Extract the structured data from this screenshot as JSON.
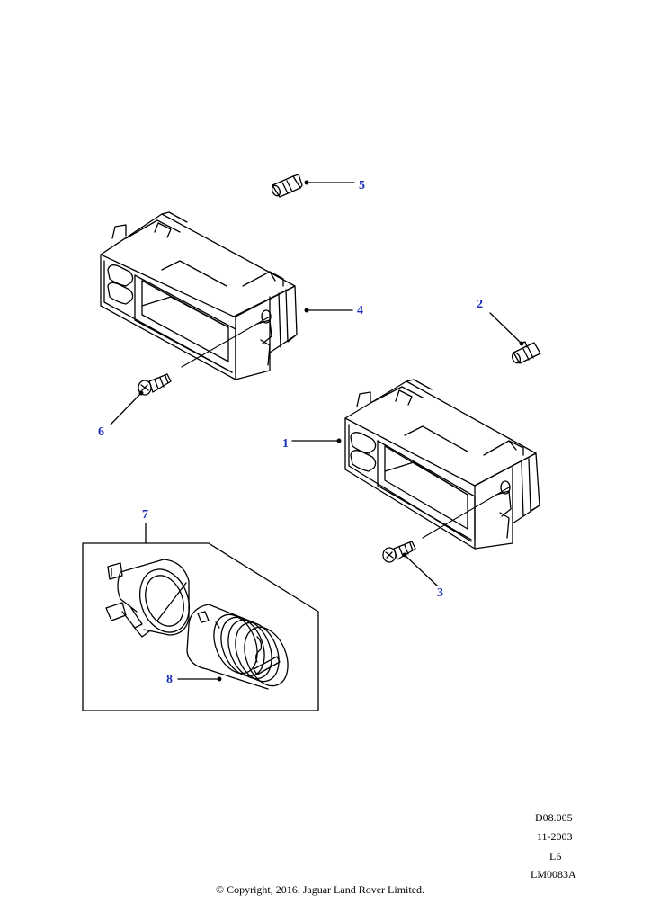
{
  "callouts": {
    "c1": "1",
    "c2": "2",
    "c3": "3",
    "c4": "4",
    "c5": "5",
    "c6": "6",
    "c7": "7",
    "c8": "8"
  },
  "meta": {
    "ref": "D08.005",
    "date": "11-2003",
    "level": "L6",
    "illustration": "LM0083A"
  },
  "footer": {
    "copyright": "© Copyright, 2016. Jaguar Land Rover Limited."
  },
  "colors": {
    "callout": "#1a2fb8",
    "line": "#000000"
  }
}
